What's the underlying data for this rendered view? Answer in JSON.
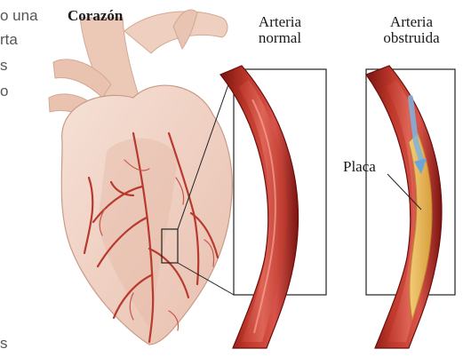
{
  "left_text_fragments": [
    "o una",
    "rta",
    "s",
    "o",
    "s"
  ],
  "labels": {
    "heart": "Corazón",
    "normal_line1": "Arteria",
    "normal_line2": "normal",
    "obstructed_line1": "Arteria",
    "obstructed_line2": "obstruida",
    "plaque": "Placa"
  },
  "colors": {
    "heart_tissue": "#f0d2c4",
    "vessel_red": "#b83a2e",
    "artery_wall": "#9e1f1a",
    "lumen": "#cf4a3a",
    "plaque": "#e8b657",
    "blood_flow_arrow": "#7fb3e0"
  }
}
